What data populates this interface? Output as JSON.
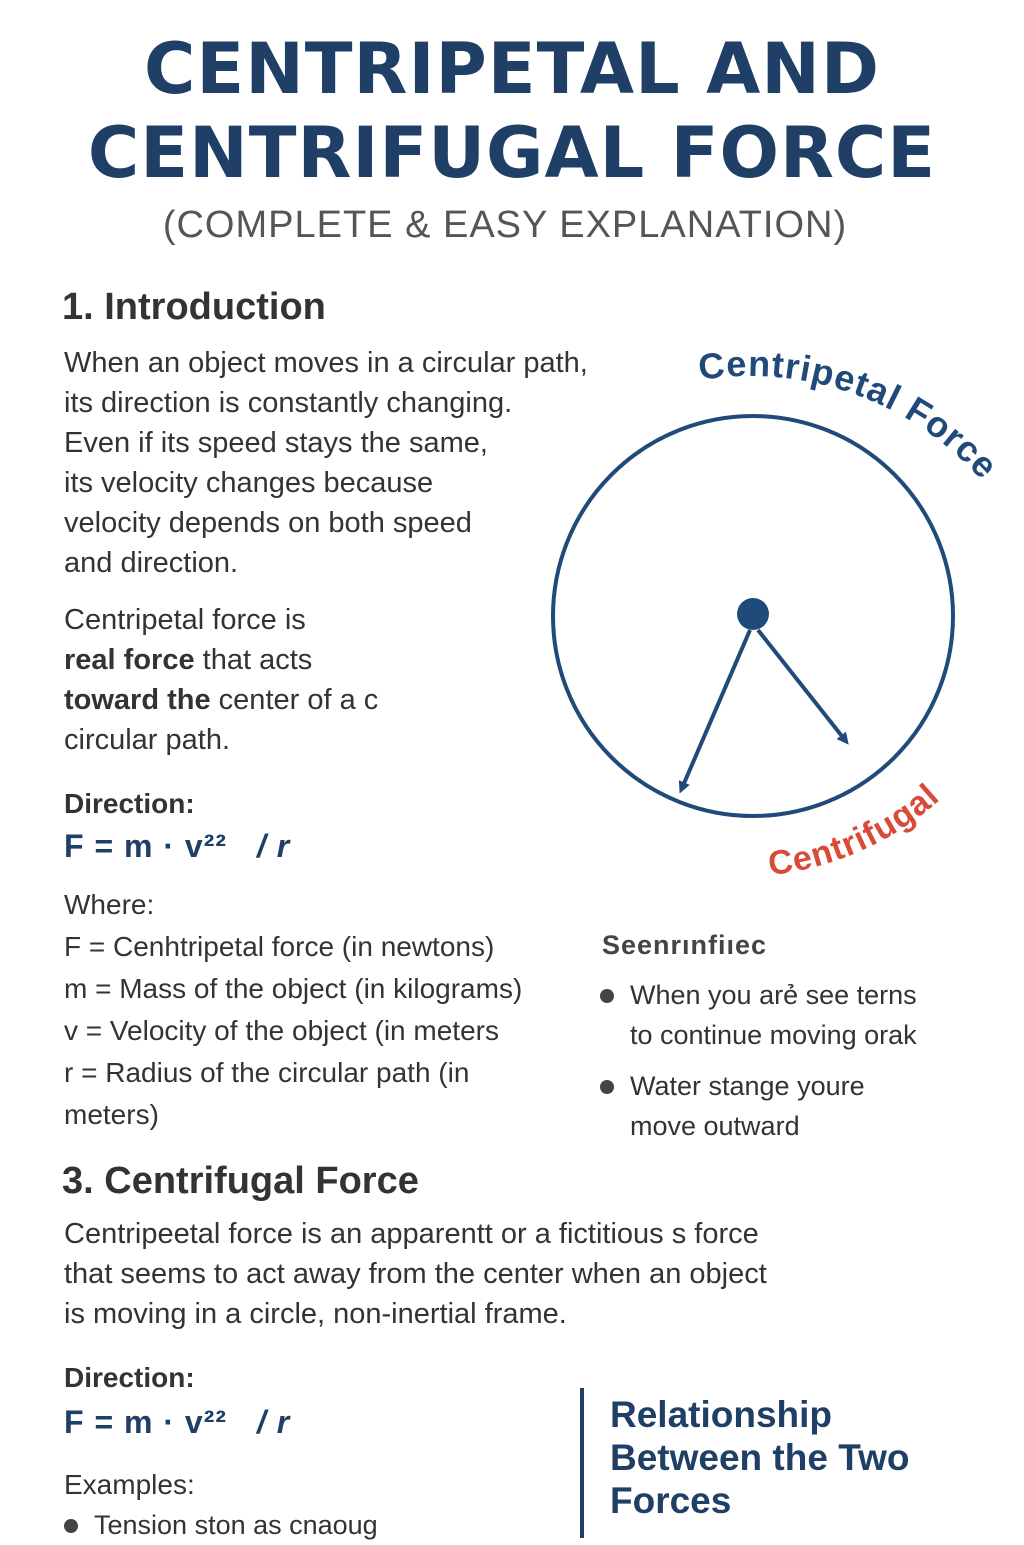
{
  "header": {
    "title_line1": "CENTRIPETAL AND",
    "title_line2": "CENTRIFUGAL FORCE",
    "subtitle": "(COMPLETE & EASY EXPLANATION)"
  },
  "intro": {
    "heading": "1. Introduction",
    "para1": [
      "When an object moves in a circular path,",
      "its direction is constantly changing.",
      "Even if its speed stays the same,",
      "its velocity changes because",
      "velocity depends on both speed",
      "and direction."
    ],
    "para2": {
      "line1": "Centripetal force is",
      "line2_bold": "real force",
      "line2_rest": " that acts",
      "line3_bold": "toward the",
      "line3_rest": " center of a c",
      "line4": "circular path."
    },
    "direction_label": "Direction:",
    "formula_main": "F = m · v²²",
    "formula_r": "/  r",
    "where_label": "Where:",
    "definitions": [
      "F = Cenhtripetal force (in newtons)",
      "m = Mass of the object (in kilograms)",
      "v = Velocity of the object (in meters",
      "r = Radius of the circular path (in",
      "meters)"
    ]
  },
  "diagram": {
    "label_top": "Centripetal Force",
    "label_bottom": "Centrifugal",
    "circle_color": "#1f4a7a",
    "label_bottom_color": "#d94a38"
  },
  "side": {
    "heading": "Seenrınfiıec",
    "bullets": [
      [
        "When you arẻ see terns",
        "to continue moving orak"
      ],
      [
        "Water stange youre",
        "move outward"
      ]
    ]
  },
  "centrifugal": {
    "heading": "3. Centrifugal Force",
    "para": [
      "Centripeetal force is an apparentt or a fictitious s force",
      "that seems to act away from the center when an object",
      "is moving in a circle, non-inertial frame."
    ],
    "direction_label": "Direction:",
    "formula_main": "F = m · v²²",
    "formula_r": "/  r",
    "examples_label": "Examples:",
    "example_first": "Tension ston as cnaoug"
  },
  "relationship": {
    "title": "Relationship Between the Two Forces"
  }
}
